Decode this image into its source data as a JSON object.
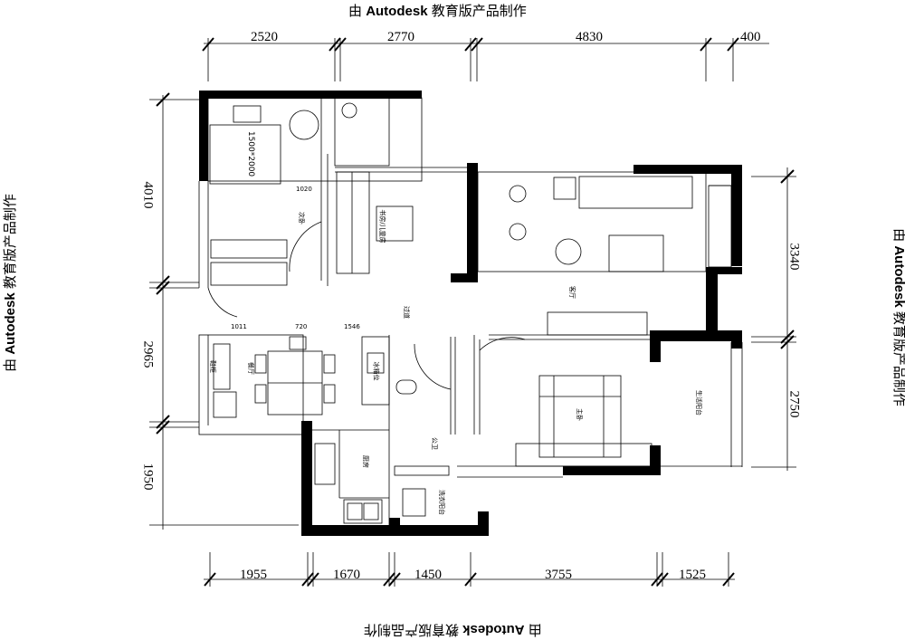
{
  "watermark": {
    "prefix": "由",
    "brand": "Autodesk",
    "suffix": "教育版产品制作"
  },
  "dimensions": {
    "top": [
      "2520",
      "2770",
      "4830",
      "400"
    ],
    "bottom": [
      "1955",
      "1670",
      "1450",
      "3755",
      "1525"
    ],
    "left": [
      "4010",
      "2965",
      "1950"
    ],
    "right": [
      "3340",
      "2750"
    ],
    "inner": [
      "1020",
      "1011",
      "720",
      "1546"
    ]
  },
  "rooms": {
    "bed_size": "1500*2000",
    "second_bedroom": "次卧",
    "study": "书房/儿童房",
    "living": "客厅",
    "corridor": "过道",
    "dining": "餐厅",
    "shoe_cabinet": "鞋柜",
    "kitchen": "厨房",
    "bathroom": "公卫",
    "laundry": "洗衣阳台",
    "master": "主卧",
    "balcony": "生活阳台",
    "fridge_note": "冰箱位"
  }
}
